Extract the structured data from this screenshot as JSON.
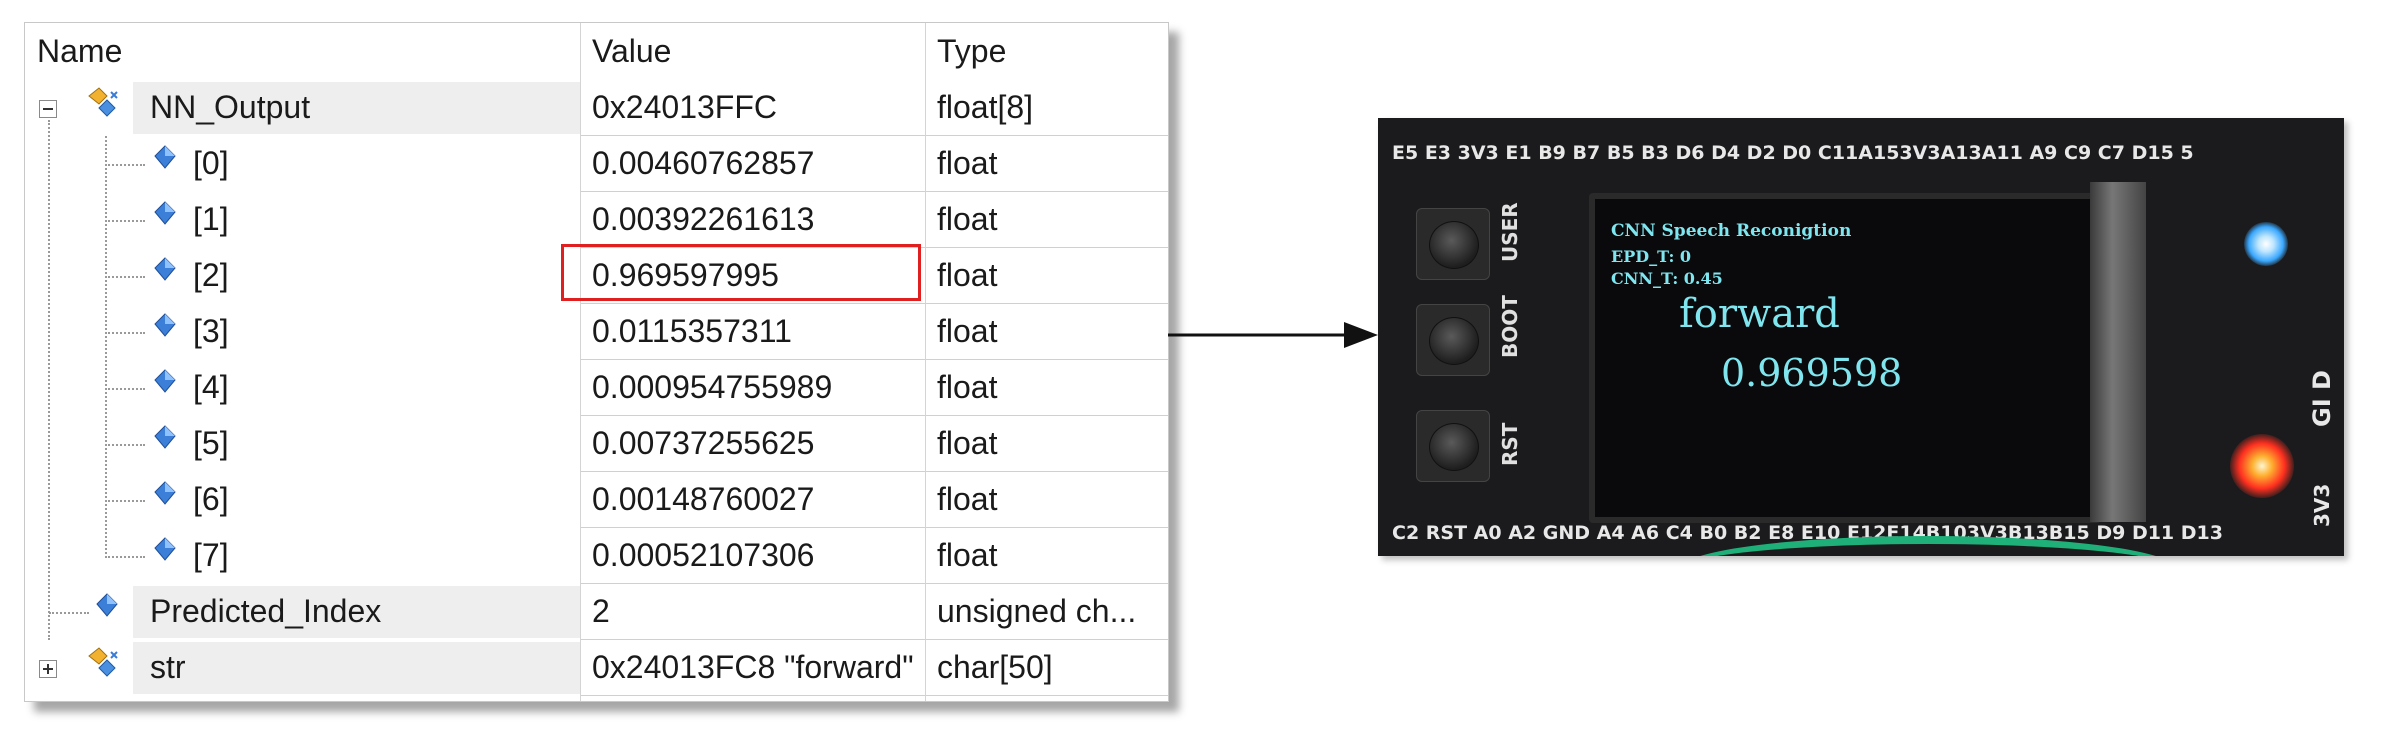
{
  "watch": {
    "columns": {
      "name": "Name",
      "value": "Value",
      "type": "Type"
    },
    "rows": [
      {
        "name": "NN_Output",
        "value": "0x24013FFC",
        "type": "float[8]",
        "kind": "struct",
        "expander": "minus"
      },
      {
        "name": "[0]",
        "value": "0.00460762857",
        "type": "float",
        "kind": "element"
      },
      {
        "name": "[1]",
        "value": "0.00392261613",
        "type": "float",
        "kind": "element"
      },
      {
        "name": "[2]",
        "value": "0.969597995",
        "type": "float",
        "kind": "element",
        "highlighted": true
      },
      {
        "name": "[3]",
        "value": "0.0115357311",
        "type": "float",
        "kind": "element"
      },
      {
        "name": "[4]",
        "value": "0.000954755989",
        "type": "float",
        "kind": "element"
      },
      {
        "name": "[5]",
        "value": "0.00737255625",
        "type": "float",
        "kind": "element"
      },
      {
        "name": "[6]",
        "value": "0.00148760027",
        "type": "float",
        "kind": "element"
      },
      {
        "name": "[7]",
        "value": "0.00052107306",
        "type": "float",
        "kind": "element"
      },
      {
        "name": "Predicted_Index",
        "value": "2",
        "type": "unsigned ch...",
        "kind": "variable"
      },
      {
        "name": "str",
        "value": "0x24013FC8 \"forward\"",
        "type": "char[50]",
        "kind": "struct",
        "expander": "plus"
      }
    ]
  },
  "board": {
    "top_pins": "E5  E3 3V3  E1  B9  B7  B5  B3  D6  D4  D2  D0 C11A153V3A13A11 A9  C9  C7 D15 5",
    "bottom_pins": "C2 RST A0  A2 GND A4  A6  C4  B0  B2  E8 E10 E12E14B103V3B13B15 D9 D11 D13",
    "buttons": [
      "USER",
      "BOOT",
      "RST"
    ],
    "side_label": "GI D",
    "side_label_2": "3V3",
    "lcd": {
      "title": "CNN Speech Reconigtion",
      "line1": "EPD_T: 0",
      "line2": "CNN_T: 0.45",
      "command": "forward",
      "score": "0.969598"
    }
  },
  "colors": {
    "highlight_box": "#e02020",
    "lcd_text": "#7fe6f0",
    "led_blue": "#3aa8ff",
    "led_red": "#ff3020"
  }
}
